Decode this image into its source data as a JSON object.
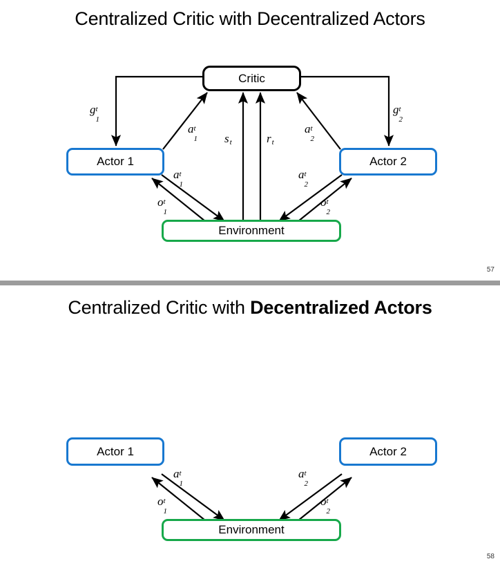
{
  "page": {
    "background": "#ffffff",
    "separator_color": "#9c9c9c",
    "accent_blue": "#1878d0",
    "accent_green": "#17a84a",
    "edge_color": "#000000"
  },
  "slide1": {
    "title_regular": "Centralized Critic with Decentralized Actors",
    "title_bold": "",
    "number": "57",
    "nodes": {
      "critic": "Critic",
      "actor1": "Actor 1",
      "actor2": "Actor 2",
      "environment": "Environment"
    },
    "labels": {
      "g1": {
        "base": "g",
        "sup": "t",
        "sub": "1"
      },
      "g2": {
        "base": "g",
        "sup": "t",
        "sub": "2"
      },
      "a1_up": {
        "base": "a",
        "sup": "t",
        "sub": "1"
      },
      "a2_up": {
        "base": "a",
        "sup": "t",
        "sub": "2"
      },
      "s": {
        "base": "s",
        "sup": "",
        "sub": "t"
      },
      "r": {
        "base": "r",
        "sup": "",
        "sub": "t"
      },
      "a1_down": {
        "base": "a",
        "sup": "t",
        "sub": "1"
      },
      "a2_down": {
        "base": "a",
        "sup": "t",
        "sub": "2"
      },
      "o1": {
        "base": "o",
        "sup": "t",
        "sub": "1"
      },
      "o2": {
        "base": "o",
        "sup": "t",
        "sub": "2"
      }
    },
    "edges": [
      {
        "name": "critic-to-actor1-gradient",
        "label": "g1"
      },
      {
        "name": "critic-to-actor2-gradient",
        "label": "g2"
      },
      {
        "name": "actor1-to-critic-action",
        "label": "a1_up"
      },
      {
        "name": "actor2-to-critic-action",
        "label": "a2_up"
      },
      {
        "name": "environment-to-critic-state",
        "label": "s"
      },
      {
        "name": "environment-to-critic-reward",
        "label": "r"
      },
      {
        "name": "actor1-to-environment-action",
        "label": "a1_down"
      },
      {
        "name": "actor2-to-environment-action",
        "label": "a2_down"
      },
      {
        "name": "environment-to-actor1-observation",
        "label": "o1"
      },
      {
        "name": "environment-to-actor2-observation",
        "label": "o2"
      }
    ]
  },
  "slide2": {
    "title_regular": "Centralized Critic with ",
    "title_bold": "Decentralized Actors",
    "number": "58",
    "nodes": {
      "actor1": "Actor 1",
      "actor2": "Actor 2",
      "environment": "Environment"
    },
    "labels": {
      "a1_down": {
        "base": "a",
        "sup": "t",
        "sub": "1"
      },
      "a2_down": {
        "base": "a",
        "sup": "t",
        "sub": "2"
      },
      "o1": {
        "base": "o",
        "sup": "t",
        "sub": "1"
      },
      "o2": {
        "base": "o",
        "sup": "t",
        "sub": "2"
      }
    },
    "edges": [
      {
        "name": "actor1-to-environment-action",
        "label": "a1_down"
      },
      {
        "name": "actor2-to-environment-action",
        "label": "a2_down"
      },
      {
        "name": "environment-to-actor1-observation",
        "label": "o1"
      },
      {
        "name": "environment-to-actor2-observation",
        "label": "o2"
      }
    ]
  }
}
